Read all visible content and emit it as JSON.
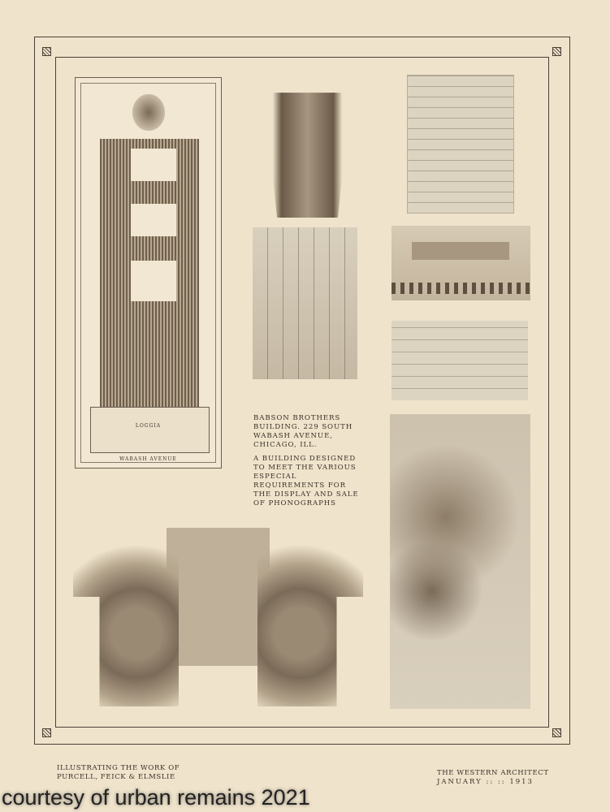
{
  "plates": {
    "elevation": {
      "labels": [
        "Loggia",
        "Wabash Avenue"
      ]
    }
  },
  "caption": {
    "title": "Babson Brothers Building. 229 South Wabash Avenue, Chicago, Ill.",
    "description": "A building designed to meet the various especial requirements for the display and sale of phonographs"
  },
  "footer": {
    "left_line1": "ILLUSTRATING THE WORK OF",
    "left_line2": "PURCELL, FEICK & ELMSLIE",
    "right_line1": "THE WESTERN ARCHITECT",
    "right_line2": "JANUARY :: :: 1913"
  },
  "watermark": "courtesy of urban remains 2021",
  "colors": {
    "paper": "#efe3cb",
    "ink": "#3a3128"
  }
}
